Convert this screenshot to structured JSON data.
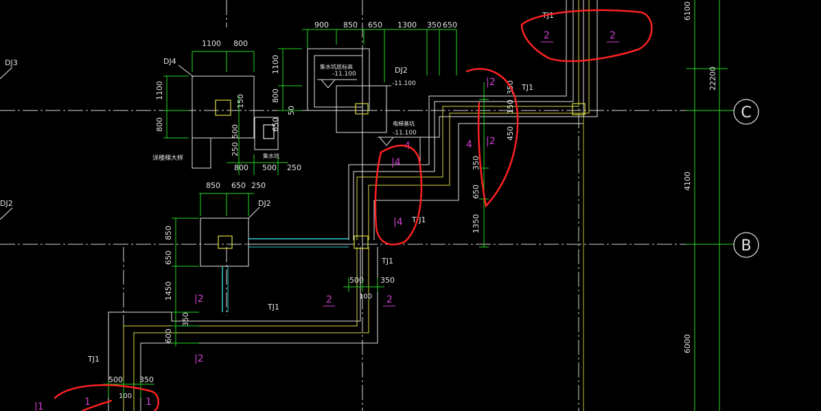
{
  "colors": {
    "background": "#000000",
    "wall": "#e6e6e6",
    "dim": "#22dd22",
    "axis": "#e6e6e6",
    "beam": "#dddd44",
    "cyan": "#33cccc",
    "magenta": "#d33fd3",
    "markup": "#ff2222"
  },
  "axes": {
    "C": "C",
    "B": "B"
  },
  "labels": {
    "dj4": "DJ4",
    "dj3": "DJ3",
    "dj2_left": "DJ2",
    "dj2_mid": "DJ2",
    "dj2_top": "DJ2",
    "tj1_top": "TJ1",
    "tj1_a": "TJ1",
    "tj1_b": "T J1",
    "tj1_c": "TJ1",
    "tj1_d": "TJ1",
    "tj1_e": "TJ1",
    "elev_pit": "-11.100",
    "elev_dj2": "-11.100",
    "elev_lift": "-11.100",
    "pit1_cn": "集水坑底标高",
    "pit2_cn": "电梯基坑",
    "stair_cn": "详楼梯大样",
    "pump_cn": "集水坑"
  },
  "dims_top": {
    "d900": "900",
    "d850": "850",
    "d650a": "650",
    "d1300": "1300",
    "d350": "350",
    "d650b": "650"
  },
  "dims_dj4": {
    "d1100": "1100",
    "d800": "800",
    "v1100": "1100",
    "v800": "800",
    "v150": "150",
    "v500": "500",
    "v250": "250",
    "b800": "800",
    "b500": "500",
    "b250": "250",
    "v650": "650",
    "v50": "50"
  },
  "dims_pit": {
    "v1100": "1100",
    "v800": "800"
  },
  "dims_dj2": {
    "d850": "850",
    "d650": "650",
    "d250": "250",
    "v850": "850",
    "v650": "650",
    "v1450": "1450",
    "v350": "350",
    "v600": "600"
  },
  "dims_mid": {
    "d500": "500",
    "d350": "350",
    "d100": "100"
  },
  "dims_bl": {
    "d500": "500",
    "d350": "350",
    "d100": "100"
  },
  "dims_right": {
    "v350": "350",
    "v150": "150",
    "v450": "450",
    "v350b": "350",
    "v650": "650",
    "v1350": "1350"
  },
  "dims_far_right": {
    "v6100": "6100",
    "v22200": "22200",
    "v4100": "4100",
    "v6000": "6000"
  },
  "markers": {
    "m_top1": "2",
    "m_top2": "2",
    "m_r1": "|2",
    "m_r2": "4",
    "m_r3": "|2",
    "m_c1": "4",
    "m_c2": "|4",
    "m_c3": "|4",
    "m_l1": "|2",
    "m_l2": "|2",
    "m_b1": "2",
    "m_b2": "2",
    "m_bl1": "1",
    "m_bl2": "1",
    "m_bl3": "|1"
  }
}
